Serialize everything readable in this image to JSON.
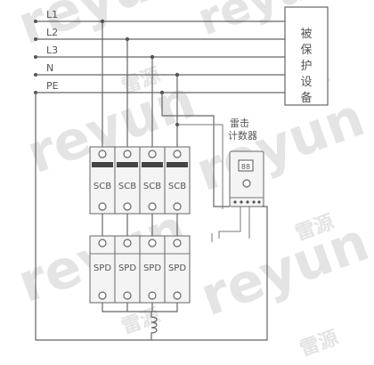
{
  "lines": [
    {
      "label": "L1"
    },
    {
      "label": "L2"
    },
    {
      "label": "L3"
    },
    {
      "label": "N"
    },
    {
      "label": "PE"
    }
  ],
  "protected_equipment": {
    "label": [
      "被",
      "保",
      "护",
      "设",
      "备"
    ]
  },
  "counter": {
    "label_line1": "雷击",
    "label_line2": "计数器",
    "display": "88"
  },
  "breaker_modules": [
    {
      "label": "SCB"
    },
    {
      "label": "SCB"
    },
    {
      "label": "SCB"
    },
    {
      "label": "SCB"
    }
  ],
  "spd_modules": [
    {
      "label": "SPD"
    },
    {
      "label": "SPD"
    },
    {
      "label": "SPD"
    },
    {
      "label": "SPD"
    }
  ],
  "watermark": {
    "brand": "reyun",
    "cn": "雷源"
  }
}
